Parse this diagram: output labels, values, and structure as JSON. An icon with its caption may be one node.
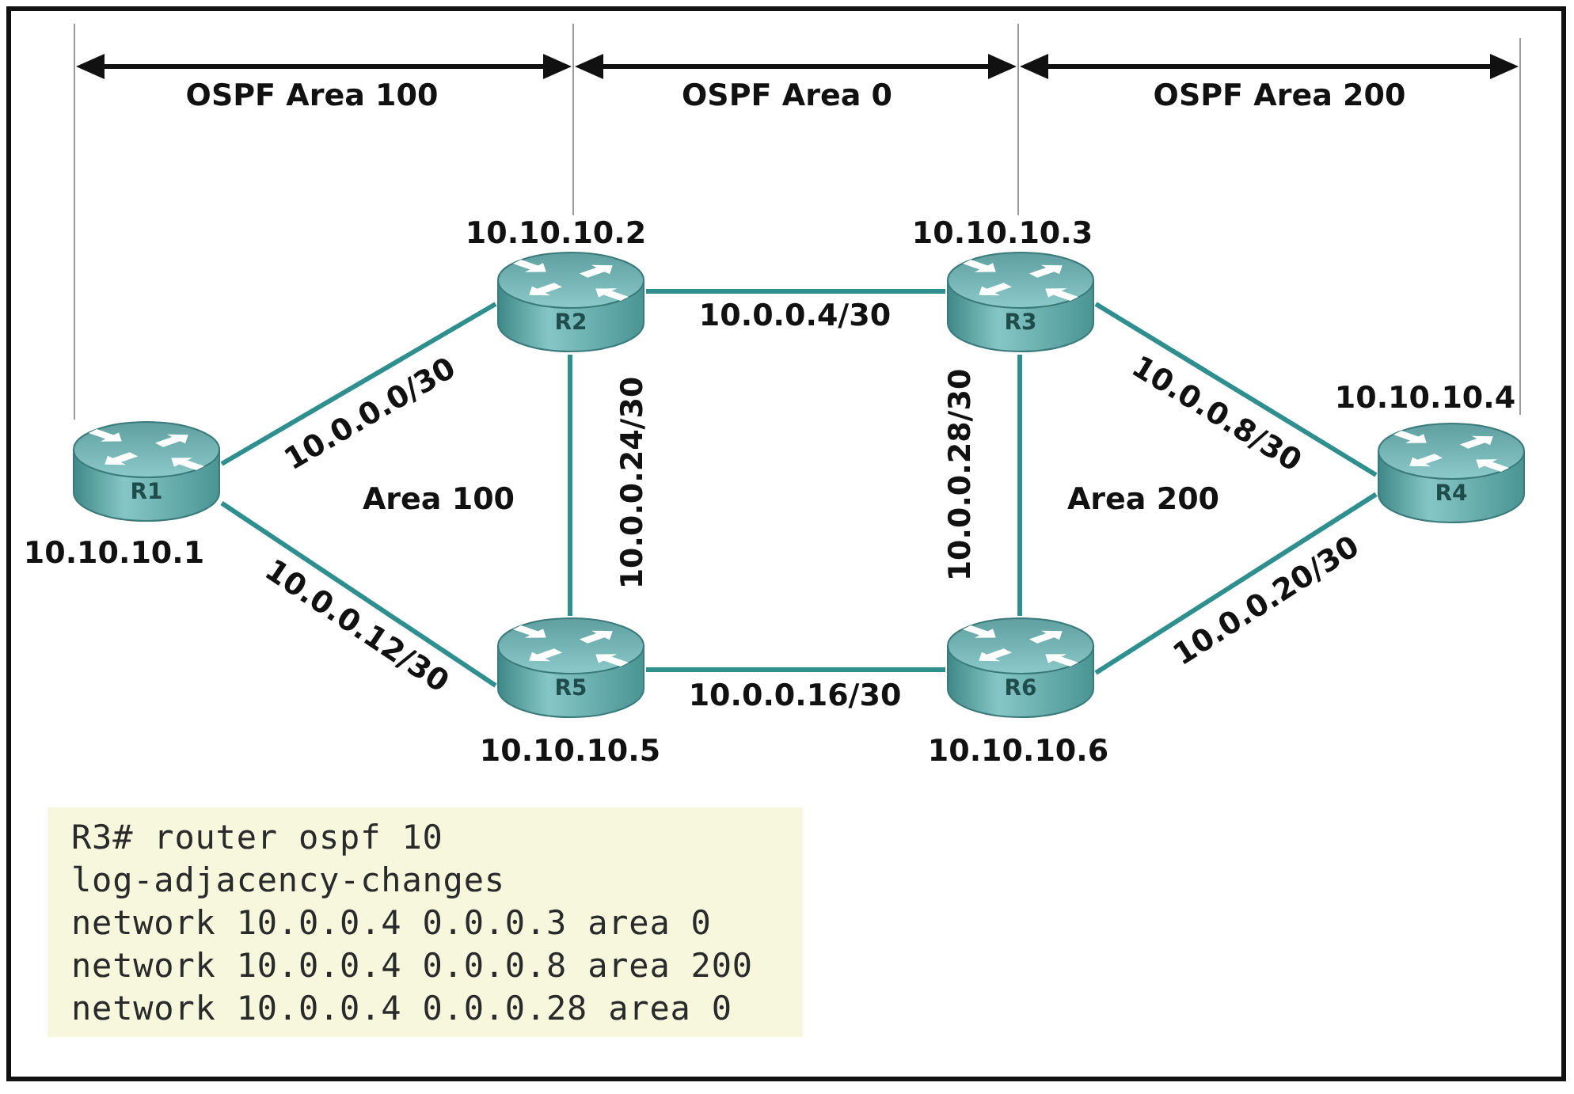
{
  "diagram": {
    "nodes": [
      {
        "text": [
          "R1"
        ],
        "beside": [
          "10.10.10.1"
        ]
      },
      {
        "text": [
          "R2"
        ],
        "beside": [
          "10.10.10.2"
        ]
      },
      {
        "text": [
          "R3"
        ],
        "beside": [
          "10.10.10.3"
        ]
      },
      {
        "text": [
          "R4"
        ],
        "beside": [
          "10.10.10.4"
        ]
      },
      {
        "text": [
          "R5"
        ],
        "beside": [
          "10.10.10.5"
        ]
      },
      {
        "text": [
          "R6"
        ],
        "beside": [
          "10.10.10.6"
        ]
      },
      {
        "text": [
          "R3# router ospf 10",
          "log-adjacency-changes",
          "network 10.0.0.4 0.0.0.3 area 0",
          "network 10.0.0.4 0.0.0.8 area 200",
          "network 10.0.0.4 0.0.0.28 area 0"
        ]
      }
    ],
    "edges": [
      {
        "from": 0,
        "to": 1,
        "arrow": "none",
        "label": "10.0.0.0/30"
      },
      {
        "from": 1,
        "to": 2,
        "arrow": "none",
        "label": "10.0.0.4/30"
      },
      {
        "from": 2,
        "to": 3,
        "arrow": "none",
        "label": "10.0.0.8/30"
      },
      {
        "from": 0,
        "to": 4,
        "arrow": "none",
        "label": "10.0.0.12/30"
      },
      {
        "from": 4,
        "to": 5,
        "arrow": "none",
        "label": "10.0.0.16/30"
      },
      {
        "from": 5,
        "to": 3,
        "arrow": "none",
        "label": "10.0.0.20/30"
      },
      {
        "from": 1,
        "to": 4,
        "arrow": "none",
        "label": "10.0.0.24/30"
      },
      {
        "from": 2,
        "to": 5,
        "arrow": "none",
        "label": "10.0.0.28/30"
      }
    ],
    "labels": [
      "OSPF Area 100",
      "OSPF Area 0",
      "OSPF Area 200",
      "Area 100",
      "Area 200"
    ]
  }
}
